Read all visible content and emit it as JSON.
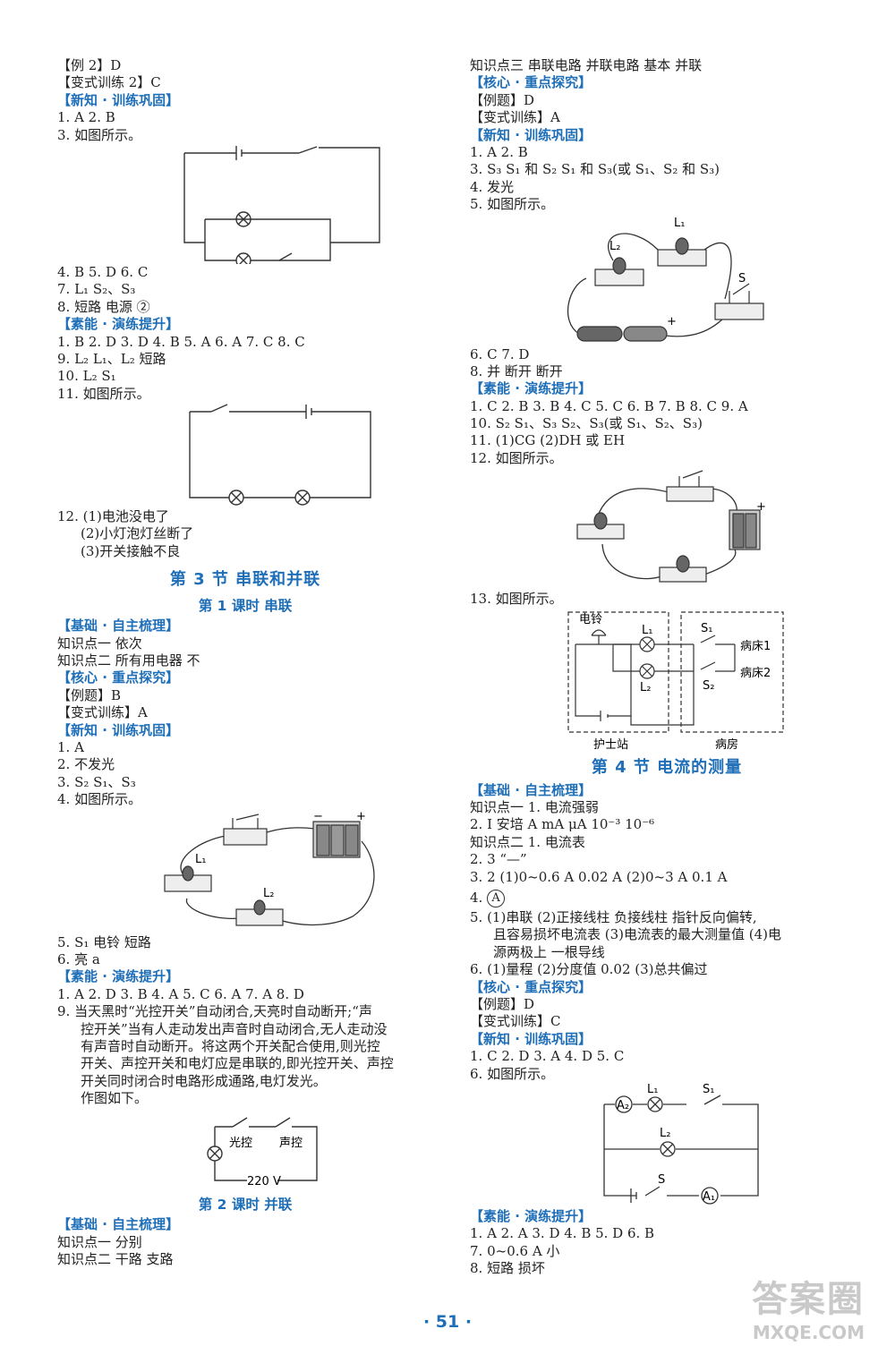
{
  "left": {
    "l1": "【例 2】D",
    "l2": "【变式训练 2】C",
    "s1": "【新知 · 训练巩固】",
    "l3": "1. A   2. B",
    "l4": "3. 如图所示。",
    "l5": "4. B   5. D   6. C",
    "l6": "7. L₁   S₂、S₃",
    "l7": "8. 短路   电源   ②",
    "s2": "【素能 · 演练提升】",
    "l8": "1. B   2. D   3. D   4. B   5. A   6. A   7. C   8. C",
    "l9": "9. L₂   L₁、L₂   短路",
    "l10": "10. L₂   S₁",
    "l11": "11. 如图所示。",
    "l12": "12. (1)电池没电了",
    "l13": "(2)小灯泡灯丝断了",
    "l14": "(3)开关接触不良",
    "h1": "第 3 节    串联和并联",
    "h2": "第 1 课时    串联",
    "s3": "【基础 · 自主梳理】",
    "l15": "知识点一    依次",
    "l16": "知识点二    所有用电器    不",
    "s4": "【核心 · 重点探究】",
    "l17": "【例题】B",
    "l18": "【变式训练】A",
    "s5": "【新知 · 训练巩固】",
    "l19": "1. A",
    "l20": "2. 不发光",
    "l21": "3. S₂   S₁、S₃",
    "l22": "4. 如图所示。",
    "l23": "5. S₁    电铃    短路",
    "l24": "6. 亮    a",
    "s6": "【素能 · 演练提升】",
    "l25": "1. A   2. D   3. B   4. A   5. C   6. A   7. A   8. D",
    "l26": "9. 当天黑时“光控开关”自动闭合,天亮时自动断开;“声",
    "l27": "控开关”当有人走动发出声音时自动闭合,无人走动没",
    "l28": "有声音时自动断开。将这两个开关配合使用,则光控",
    "l29": "开关、声控开关和电灯应是串联的,即光控开关、声控",
    "l30": "开关同时闭合时电路形成通路,电灯发光。",
    "l31": "作图如下。",
    "h3": "第 2 课时    并联",
    "s7": "【基础 · 自主梳理】",
    "l32": "知识点一    分别",
    "l33": "知识点二    干路    支路",
    "fig_labels": {
      "gk": "光控",
      "sk": "声控",
      "v": "220 V",
      "L1": "L₁",
      "L2": "L₂"
    }
  },
  "right": {
    "r1": "知识点三    串联电路    并联电路    基本    并联",
    "s1": "【核心 · 重点探究】",
    "r2": "【例题】D",
    "r3": "【变式训练】A",
    "s2": "【新知 · 训练巩固】",
    "r4": "1. A   2. B",
    "r5": "3. S₃   S₁ 和 S₂   S₁ 和 S₃(或 S₁、S₂ 和 S₃)",
    "r6": "4. 发光",
    "r7": "5. 如图所示。",
    "r8": "6. C   7. D",
    "r9": "8. 并    断开    断开",
    "s3": "【素能 · 演练提升】",
    "r10": "1. C   2. B   3. B   4. C   5. C   6. B   7. B   8. C   9. A",
    "r11": "10. S₂   S₁、S₃   S₂、S₃(或 S₁、S₂、S₃)",
    "r12": "11. (1)CG   (2)DH 或 EH",
    "r13": "12. 如图所示。",
    "r14": "13. 如图所示。",
    "fig13": {
      "bell": "电铃",
      "bed1": "病床1",
      "bed2": "病床2",
      "nurse": "护士站",
      "ward": "病房",
      "S1": "S₁",
      "S2": "S₂",
      "L1": "L₁",
      "L2": "L₂"
    },
    "h1": "第 4 节    电流的测量",
    "s4": "【基础 · 自主梳理】",
    "r15": "知识点一    1. 电流强弱",
    "r16": "2. I   安培   A   mA   μA   10⁻³   10⁻⁶",
    "r17": "知识点二    1. 电流表",
    "r18": "2. 3   “—”",
    "r19": "3. 2    (1)0~0.6 A   0.02 A    (2)0~3 A   0.1 A",
    "r20": "4.",
    "r20a": "A",
    "r21": "5. (1)串联   (2)正接线柱   负接线柱   指针反向偏转,",
    "r22": "且容易损坏电流表   (3)电流表的最大测量值   (4)电",
    "r23": "源两极上    一根导线",
    "r24": "6. (1)量程   (2)分度值   0.02   (3)总共偏过",
    "s5": "【核心 · 重点探究】",
    "r25": "【例题】D",
    "r26": "【变式训练】C",
    "s6": "【新知 · 训练巩固】",
    "r27": "1. C   2. D   3. A   4. D   5. C",
    "r28": "6. 如图所示。",
    "fig6": {
      "A1": "A₁",
      "A2": "A₂",
      "L1": "L₁",
      "L2": "L₂",
      "S1": "S₁",
      "S": "S"
    },
    "s7": "【素能 · 演练提升】",
    "r29": "1. A   2. A   3. D   4. B   5. D   6. B",
    "r30": "7. 0~0.6 A    小",
    "r31": "8. 短路    损坏"
  },
  "page_number": "· 51 ·",
  "watermark": {
    "main": "答案圈",
    "sub": "MXQE.COM"
  }
}
